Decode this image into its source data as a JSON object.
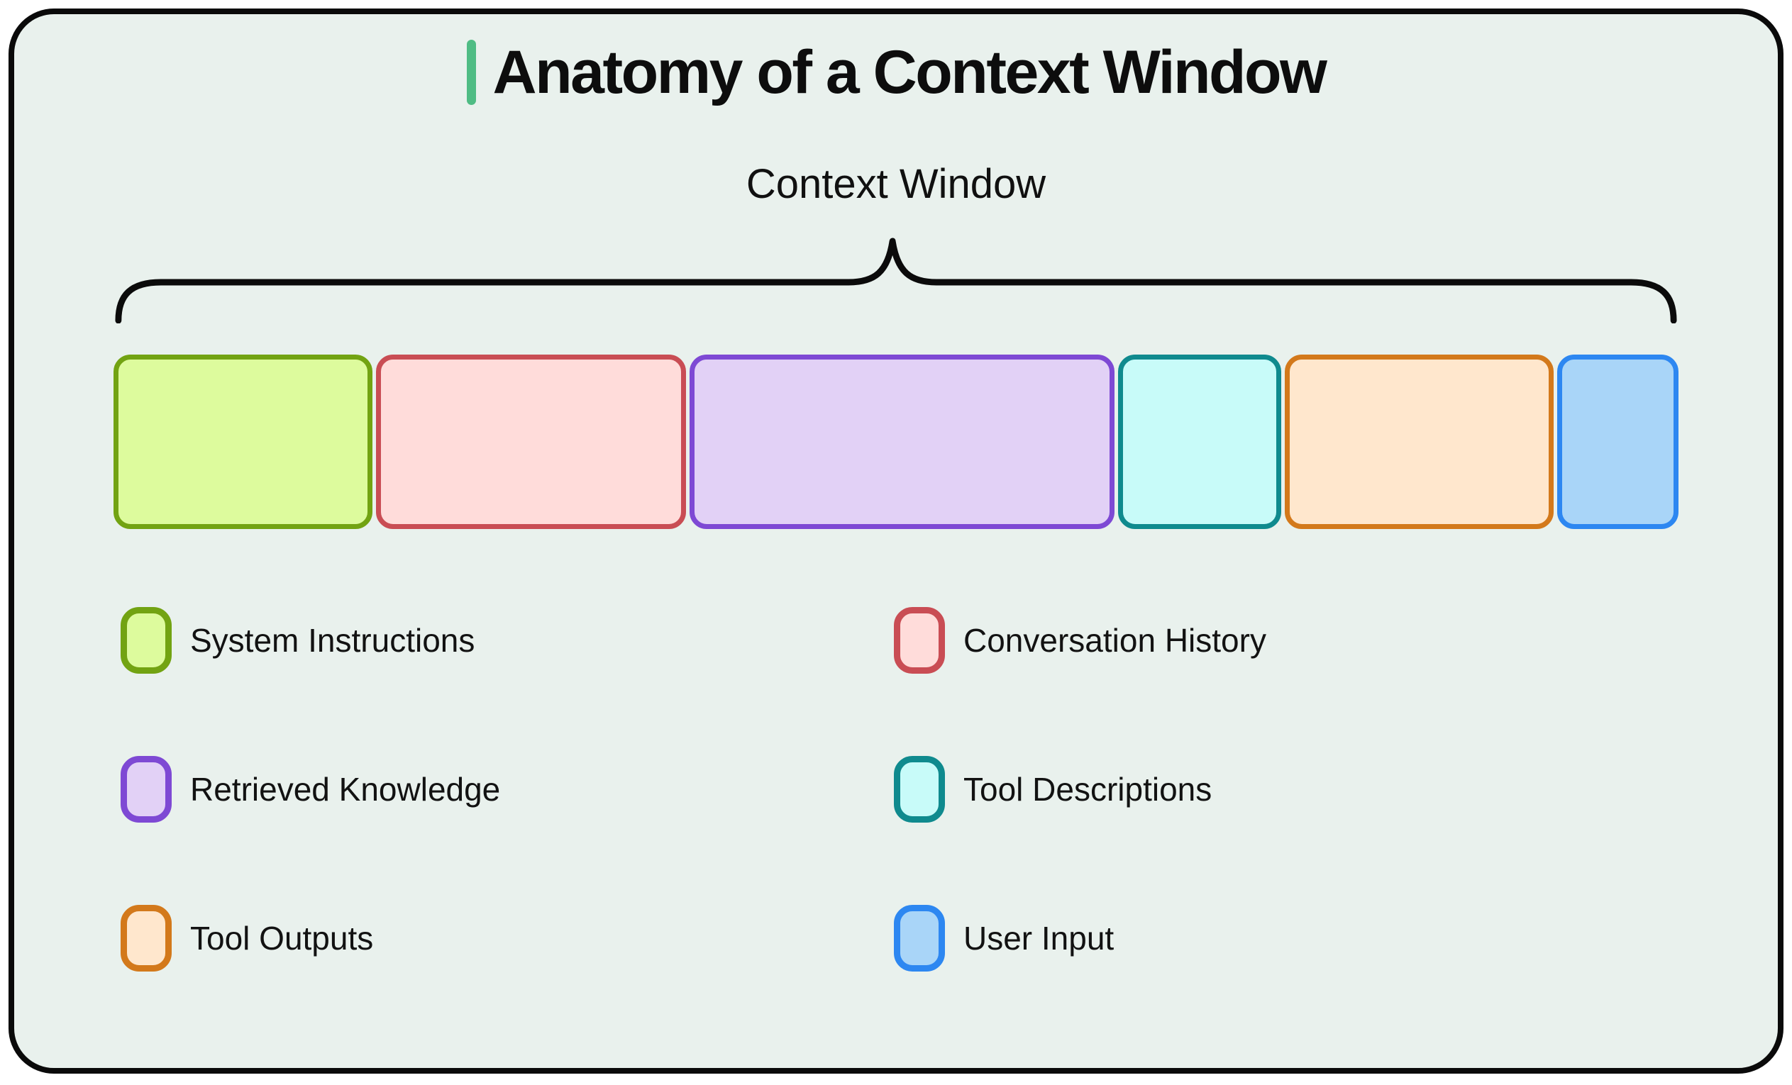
{
  "card": {
    "background": "#e9f1ed",
    "border_color": "#0a0a0a"
  },
  "title": {
    "text": "Anatomy of a Context Window",
    "accent_color": "#4fbc84"
  },
  "diagram": {
    "label": "Context Window",
    "brace_color": "#0b0b0b"
  },
  "segments": [
    {
      "label": "System Instructions",
      "fill": "#ddfb9d",
      "border": "#72a312",
      "flex": "368"
    },
    {
      "label": "Conversation History",
      "fill": "#ffdcda",
      "border": "#c94d54",
      "flex": "444"
    },
    {
      "label": "Retrieved Knowledge",
      "fill": "#e2d1f6",
      "border": "#7e49d4",
      "flex": "613"
    },
    {
      "label": "Tool Descriptions",
      "fill": "#c8fbf9",
      "border": "#0f8a8e",
      "flex": "227"
    },
    {
      "label": "Tool Outputs",
      "fill": "#ffe7cd",
      "border": "#d3791b",
      "flex": "382"
    },
    {
      "label": "User Input",
      "fill": "#a9d5f8",
      "border": "#2d87f1",
      "flex": "165"
    }
  ]
}
